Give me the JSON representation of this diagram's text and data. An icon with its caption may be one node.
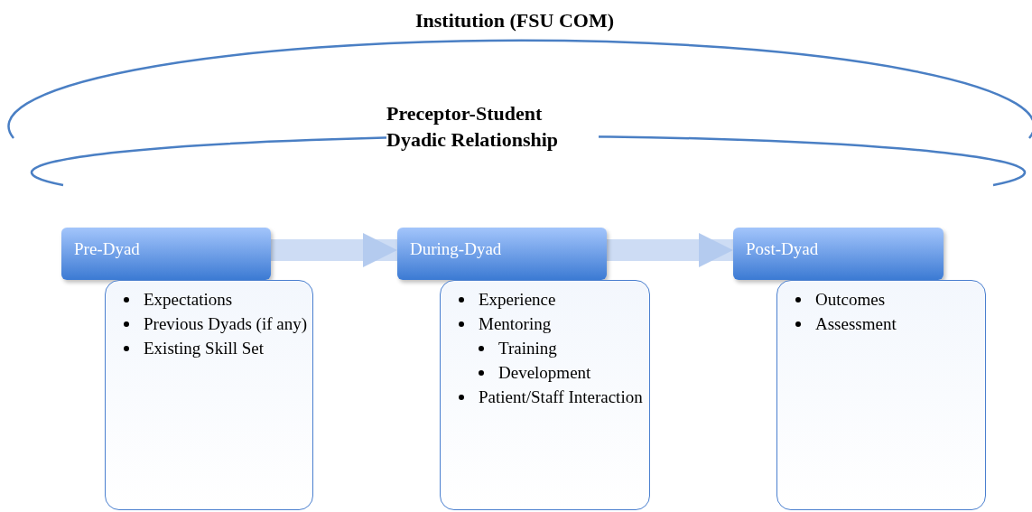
{
  "diagram": {
    "nodes": [
      {
        "text": [
          "Pre-Dyad"
        ]
      },
      {
        "text": [
          "Expectations",
          "Previous Dyads (if any)",
          "Existing Skill Set"
        ]
      },
      {
        "text": [
          "During-Dyad"
        ]
      },
      {
        "text": [
          "Experience",
          "Mentoring",
          "Training",
          "Development",
          "Patient/Staff Interaction"
        ]
      },
      {
        "text": [
          "Post-Dyad"
        ]
      },
      {
        "text": [
          "Outcomes",
          "Assessment"
        ]
      }
    ],
    "edges": [
      {
        "from": 0,
        "to": 2,
        "arrow": "to"
      },
      {
        "from": 2,
        "to": 4,
        "arrow": "to"
      }
    ],
    "labels": [
      "Institution (FSU COM)",
      "Preceptor-Student Dyadic Relationship"
    ]
  }
}
